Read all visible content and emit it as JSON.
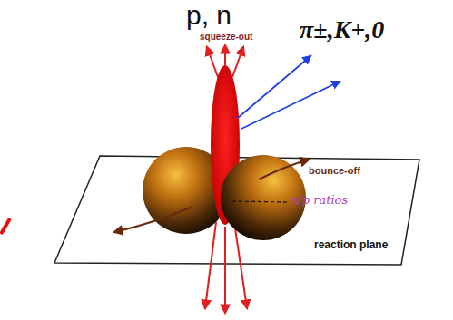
{
  "diagram": {
    "labels": [
      "p, n",
      "π±,K+,0",
      "squeeze-out",
      "bounce-off",
      "n/p ratios",
      "reaction plane"
    ]
  }
}
